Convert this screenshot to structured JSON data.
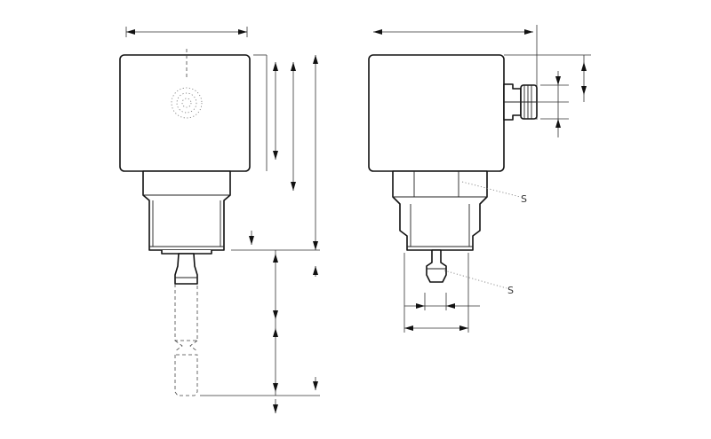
{
  "drawing": {
    "views": [
      "front-view",
      "side-view"
    ],
    "line_color": "#111111",
    "background": "#ffffff"
  },
  "labels": {
    "callout_1": "S",
    "callout_2": "S"
  }
}
